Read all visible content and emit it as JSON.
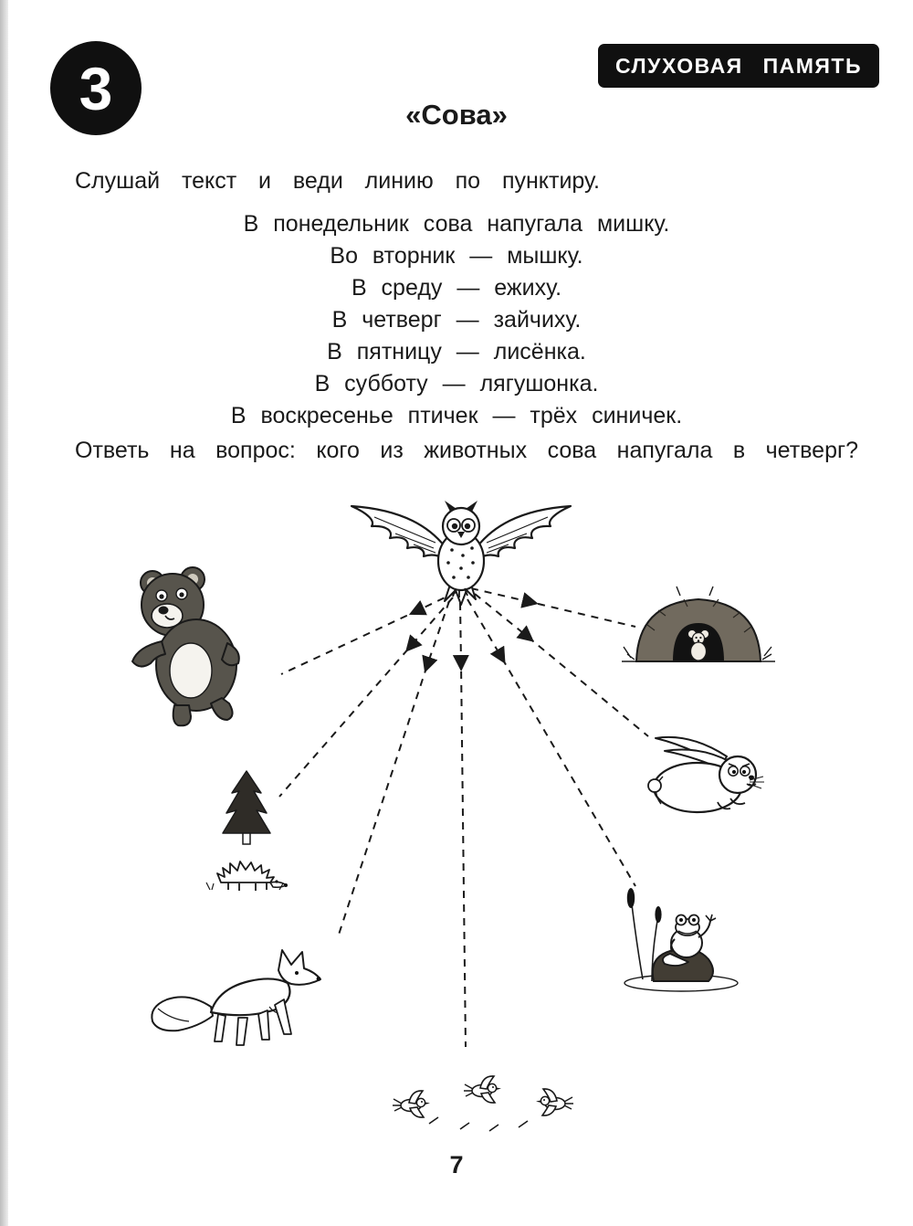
{
  "page": {
    "lesson_number": "3",
    "section_header": "СЛУХОВАЯ ПАМЯТЬ",
    "title": "«Сова»",
    "instruction": "Слушай текст и веди линию по пунктиру.",
    "story_lines": [
      "В понедельник сова напугала мишку.",
      "Во вторник — мышку.",
      "В среду — ежиху.",
      "В четверг — зайчиху.",
      "В пятницу — лисёнка.",
      "В субботу — лягушонка.",
      "В воскресенье птичек — трёх синичек."
    ],
    "question": "Ответь на вопрос: кого из животных сова напугала в четверг?",
    "page_number": "7"
  },
  "illustration": {
    "animals": [
      "owl",
      "bear",
      "mouse-in-burrow",
      "hare",
      "hedgehog-with-fir-tree",
      "fox",
      "frog-on-rock",
      "three-birds"
    ]
  },
  "colors": {
    "ink": "#1a1a1a",
    "badge_background": "#101010",
    "header_background": "#101010",
    "paper": "#ffffff"
  }
}
